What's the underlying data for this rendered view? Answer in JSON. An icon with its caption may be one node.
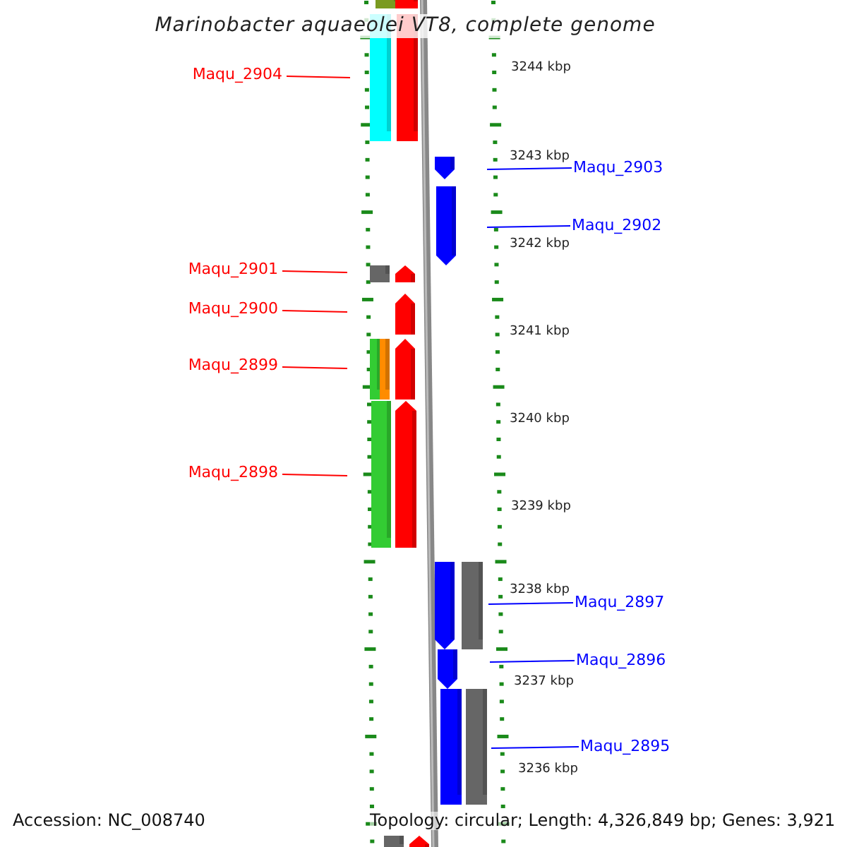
{
  "diagram": {
    "title": "Marinobacter aquaeolei VT8, complete genome",
    "nodes": [
      {
        "text": [
          "Maqu_2904"
        ]
      },
      {
        "text": [
          "Maqu_2903"
        ]
      },
      {
        "text": [
          "Maqu_2902"
        ]
      },
      {
        "text": [
          "Maqu_2901"
        ]
      },
      {
        "text": [
          "Maqu_2900"
        ]
      },
      {
        "text": [
          "Maqu_2899"
        ]
      },
      {
        "text": [
          "Maqu_2898"
        ]
      },
      {
        "text": [
          "Maqu_2897"
        ]
      },
      {
        "text": [
          "Maqu_2896"
        ]
      },
      {
        "text": [
          "Maqu_2895"
        ]
      }
    ],
    "edges": [
      {
        "from": 0,
        "to": null,
        "arrow": "none"
      },
      {
        "from": 1,
        "to": null,
        "arrow": "none",
        "color": "#0000ff"
      },
      {
        "from": 2,
        "to": null,
        "arrow": "none",
        "color": "#0000ff"
      },
      {
        "from": 3,
        "to": null,
        "arrow": "none"
      },
      {
        "from": 4,
        "to": null,
        "arrow": "none"
      },
      {
        "from": 5,
        "to": null,
        "arrow": "none"
      },
      {
        "from": 6,
        "to": null,
        "arrow": "none"
      },
      {
        "from": 7,
        "to": null,
        "arrow": "none",
        "color": "#0000ff"
      },
      {
        "from": 8,
        "to": null,
        "arrow": "none",
        "color": "#0000ff"
      },
      {
        "from": 9,
        "to": null,
        "arrow": "none",
        "color": "#0000ff"
      }
    ],
    "labels": [
      "3244 kbp",
      "3243 kbp",
      "3242 kbp",
      "3241 kbp",
      "3240 kbp",
      "3239 kbp",
      "3238 kbp",
      "3237 kbp",
      "3236 kbp",
      "Accession: NC_008740",
      "Topology: circular; Length: 4,326,849 bp; Genes: 3,921"
    ]
  }
}
